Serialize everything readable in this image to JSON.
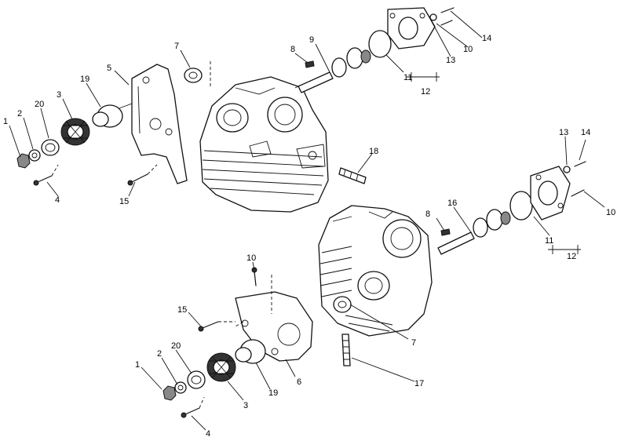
{
  "labels": {
    "p1": "1",
    "p2": "2",
    "p3": "3",
    "p4": "4",
    "p5": "5",
    "p6": "6",
    "p7": "7",
    "p8": "8",
    "p9": "9",
    "p10": "10",
    "p11": "11",
    "p12": "12",
    "p13": "13",
    "p14": "14",
    "p15": "15",
    "p16": "16",
    "p17": "17",
    "p18": "18",
    "p19": "19",
    "p20": "20"
  }
}
